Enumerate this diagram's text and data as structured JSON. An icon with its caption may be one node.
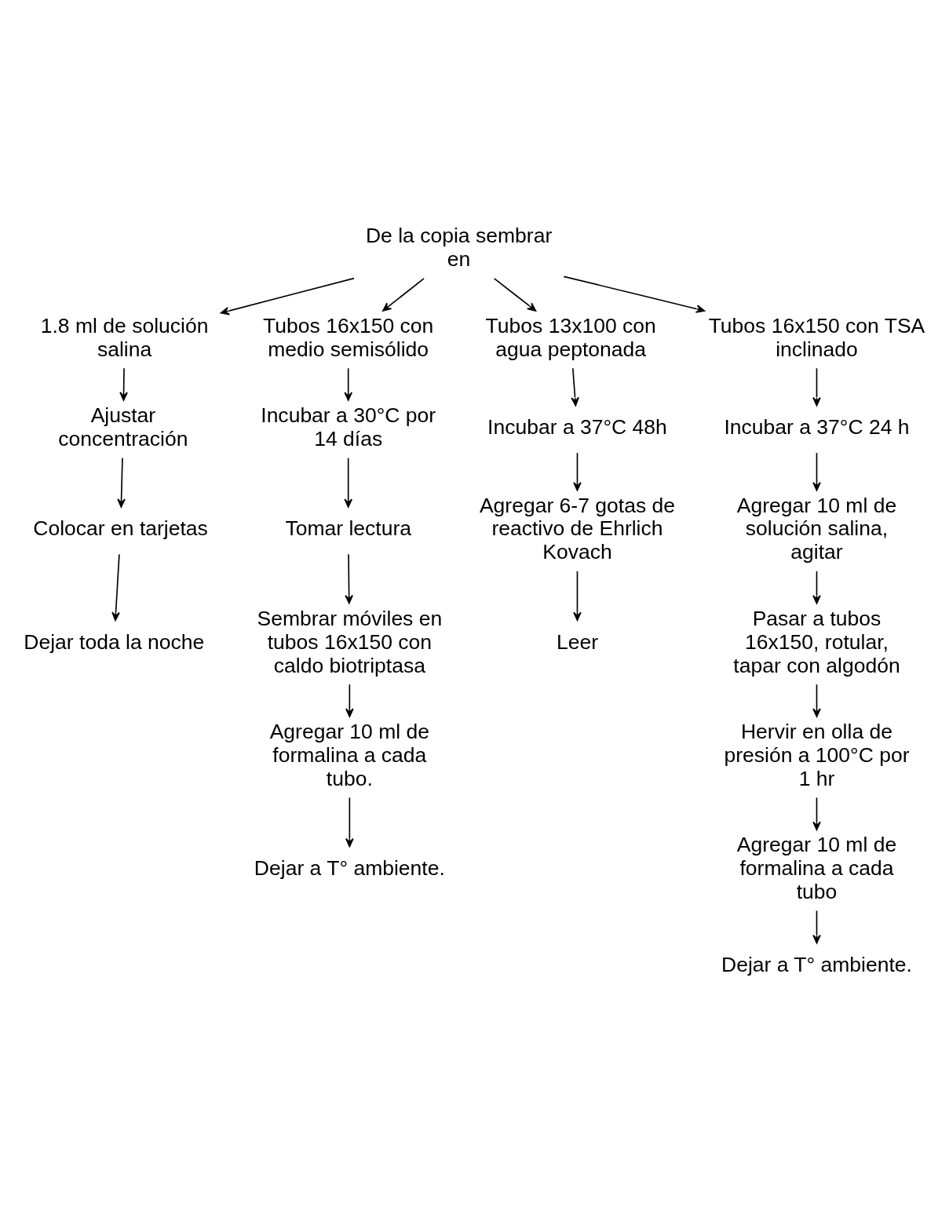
{
  "diagram": {
    "nodes": [
      {
        "text": [
          "De la copia sembrar en"
        ]
      },
      {
        "text": [
          "1.8 ml de solución salina"
        ]
      },
      {
        "text": [
          "Ajustar concentración"
        ]
      },
      {
        "text": [
          "Colocar en tarjetas"
        ]
      },
      {
        "text": [
          "Dejar toda la noche"
        ]
      },
      {
        "text": [
          "Tubos 16x150 con medio semisólido"
        ]
      },
      {
        "text": [
          "Incubar a 30°C por 14 días"
        ]
      },
      {
        "text": [
          "Tomar lectura"
        ]
      },
      {
        "text": [
          "Sembrar móviles en tubos 16x150 con caldo biotriptasa"
        ]
      },
      {
        "text": [
          "Agregar 10 ml de formalina a cada tubo."
        ]
      },
      {
        "text": [
          "Dejar a T° ambiente."
        ]
      },
      {
        "text": [
          "Tubos 13x100 con agua peptonada"
        ]
      },
      {
        "text": [
          "Incubar a 37°C 48h"
        ]
      },
      {
        "text": [
          "Agregar 6-7 gotas de reactivo de Ehrlich Kovach"
        ]
      },
      {
        "text": [
          "Leer"
        ]
      },
      {
        "text": [
          "Tubos 16x150 con TSA inclinado"
        ]
      },
      {
        "text": [
          "Incubar a 37°C 24 h"
        ]
      },
      {
        "text": [
          "Agregar 10 ml de solución salina, agitar"
        ]
      },
      {
        "text": [
          "Pasar a tubos 16x150, rotular, tapar con algodón"
        ]
      },
      {
        "text": [
          "Hervir en olla de presión a 100°C por 1 hr"
        ]
      },
      {
        "text": [
          "Agregar 10 ml de formalina a cada tubo"
        ]
      },
      {
        "text": [
          "Dejar a T° ambiente."
        ]
      }
    ],
    "edges": [
      {
        "from": 0,
        "to": 1,
        "arrow": "to"
      },
      {
        "from": 0,
        "to": 5,
        "arrow": "to"
      },
      {
        "from": 0,
        "to": 11,
        "arrow": "to"
      },
      {
        "from": 0,
        "to": 15,
        "arrow": "to"
      },
      {
        "from": 1,
        "to": 2,
        "arrow": "to"
      },
      {
        "from": 2,
        "to": 3,
        "arrow": "to"
      },
      {
        "from": 3,
        "to": 4,
        "arrow": "to"
      },
      {
        "from": 5,
        "to": 6,
        "arrow": "to"
      },
      {
        "from": 6,
        "to": 7,
        "arrow": "to"
      },
      {
        "from": 7,
        "to": 8,
        "arrow": "to"
      },
      {
        "from": 8,
        "to": 9,
        "arrow": "to"
      },
      {
        "from": 9,
        "to": 10,
        "arrow": "to"
      },
      {
        "from": 11,
        "to": 12,
        "arrow": "to"
      },
      {
        "from": 12,
        "to": 13,
        "arrow": "to"
      },
      {
        "from": 13,
        "to": 14,
        "arrow": "to"
      },
      {
        "from": 15,
        "to": 16,
        "arrow": "to"
      },
      {
        "from": 16,
        "to": 17,
        "arrow": "to"
      },
      {
        "from": 17,
        "to": 18,
        "arrow": "to"
      },
      {
        "from": 18,
        "to": 19,
        "arrow": "to"
      },
      {
        "from": 19,
        "to": 20,
        "arrow": "to"
      },
      {
        "from": 20,
        "to": 21,
        "arrow": "to"
      }
    ]
  }
}
